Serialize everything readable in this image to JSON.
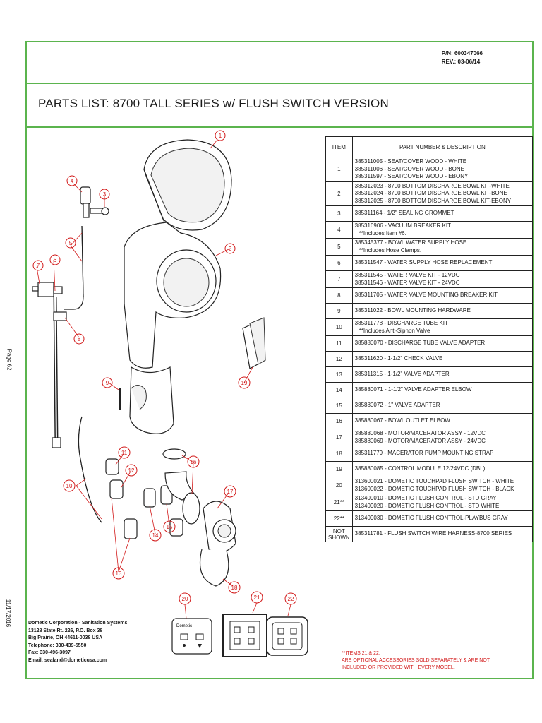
{
  "header": {
    "pn": "P/N: 600347066",
    "rev": "REV.: 03-06/14"
  },
  "title": "PARTS LIST: 8700 TALL SERIES w/ FLUSH SWITCH VERSION",
  "side": {
    "page": "Page 62",
    "date": "11/17/2016"
  },
  "table": {
    "headers": [
      "ITEM",
      "PART NUMBER & DESCRIPTION"
    ],
    "rows": [
      {
        "item": "1",
        "lines": [
          "385311005 - SEAT/COVER WOOD - WHITE",
          "385311006 - SEAT/COVER WOOD - BONE",
          "385311597 - SEAT/COVER WOOD - EBONY"
        ]
      },
      {
        "item": "2",
        "lines": [
          "385312023 - 8700 BOTTOM DISCHARGE BOWL KIT-WHITE",
          "385312024 - 8700 BOTTOM DISCHARGE BOWL KIT-BONE",
          "385312025 - 8700 BOTTOM DISCHARGE BOWL KIT-EBONY"
        ]
      },
      {
        "item": "3",
        "lines": [
          "385311164 - 1/2\" SEALING GROMMET"
        ]
      },
      {
        "item": "4",
        "lines": [
          "385316906 - VACUUM BREAKER KIT",
          "  **Includes Item #6."
        ]
      },
      {
        "item": "5",
        "lines": [
          "385345377 - BOWL WATER SUPPLY HOSE",
          "  **Includes Hose Clamps."
        ]
      },
      {
        "item": "6",
        "lines": [
          "385311547 - WATER SUPPLY HOSE REPLACEMENT"
        ]
      },
      {
        "item": "7",
        "lines": [
          "385311545 - WATER VALVE KIT - 12VDC",
          "385311546 - WATER VALVE KIT - 24VDC"
        ]
      },
      {
        "item": "8",
        "lines": [
          "385311705 - WATER VALVE MOUNTING BREAKER KIT"
        ]
      },
      {
        "item": "9",
        "lines": [
          "385311022 - BOWL MOUNTING HARDWARE"
        ]
      },
      {
        "item": "10",
        "lines": [
          "385311778 - DISCHARGE TUBE KIT",
          "  **Includes Anti-Siphon Valve"
        ]
      },
      {
        "item": "11",
        "lines": [
          "385880070 - DISCHARGE TUBE VALVE ADAPTER"
        ]
      },
      {
        "item": "12",
        "lines": [
          "385311620 - 1-1/2\" CHECK VALVE"
        ]
      },
      {
        "item": "13",
        "lines": [
          "385311315 - 1-1/2\" VALVE ADAPTER"
        ]
      },
      {
        "item": "14",
        "lines": [
          "385880071 - 1-1/2\" VALVE ADAPTER ELBOW"
        ]
      },
      {
        "item": "15",
        "lines": [
          "385880072 - 1\" VALVE ADAPTER"
        ]
      },
      {
        "item": "16",
        "lines": [
          "385880067 - BOWL OUTLET ELBOW"
        ]
      },
      {
        "item": "17",
        "lines": [
          "385880068 - MOTOR/MACERATOR ASSY - 12VDC",
          "385880069 - MOTOR/MACERATOR ASSY - 24VDC"
        ]
      },
      {
        "item": "18",
        "lines": [
          "385311779 - MACERATOR PUMP MOUNTING STRAP"
        ]
      },
      {
        "item": "19",
        "lines": [
          "385880085 - CONTROL MODULE 12/24VDC (DBL)"
        ]
      },
      {
        "item": "20",
        "lines": [
          "313600021 - DOMETIC TOUCHPAD FLUSH SWITCH - WHITE",
          "313600022 - DOMETIC TOUCHPAD FLUSH SWITCH - BLACK"
        ]
      },
      {
        "item": "21**",
        "lines": [
          "313409010 - DOMETIC FLUSH CONTROL - STD GRAY",
          "313409020 - DOMETIC FLUSH CONTROL - STD WHITE"
        ]
      },
      {
        "item": "22**",
        "lines": [
          "313409030 - DOMETIC FLUSH CONTROL-PLAYBUS GRAY"
        ]
      },
      {
        "item": "NOT SHOWN",
        "lines": [
          "385311781 - FLUSH SWITCH WIRE HARNESS-8700 SERIES"
        ]
      }
    ]
  },
  "note": {
    "line1": "**ITEMS 21 & 22:",
    "line2": "ARE OPTIONAL ACCESSORIES SOLD SEPARATELY & ARE NOT",
    "line3": "INCLUDED OR PROVIDED WITH EVERY MODEL."
  },
  "company": {
    "line1": "Dometic Corporation - Sanitation Systems",
    "line2": "13128 State Rt. 226, P.O. Box 38",
    "line3": "Big Prairie, OH 44611-0038 USA",
    "line4": "Telephone: 330-439-5550",
    "line5": "Fax: 330-496-3097",
    "line6": "Email: sealand@dometicusa.com"
  },
  "callouts": [
    "1",
    "2",
    "3",
    "4",
    "5",
    "6",
    "7",
    "8",
    "9",
    "10",
    "11",
    "12",
    "13",
    "14",
    "15",
    "16",
    "17",
    "18",
    "19",
    "20",
    "21",
    "22"
  ],
  "switch_brand": "Dometic",
  "colors": {
    "frame": "#5bb44e",
    "callout": "#d21a1a",
    "note": "#d21a1a"
  }
}
